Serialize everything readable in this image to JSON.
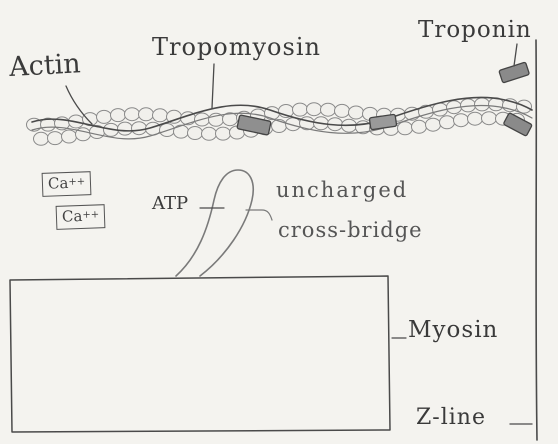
{
  "labels": {
    "actin": "Actin",
    "tropomyosin": "Tropomyosin",
    "troponin": "Troponin",
    "atp": "ATP",
    "uncharged": "uncharged",
    "cross_bridge": "cross-bridge",
    "myosin": "Myosin",
    "z_line": "Z-line"
  },
  "calcium_ions": [
    {
      "text": "Ca",
      "charge": "++"
    },
    {
      "text": "Ca",
      "charge": "++"
    }
  ]
}
